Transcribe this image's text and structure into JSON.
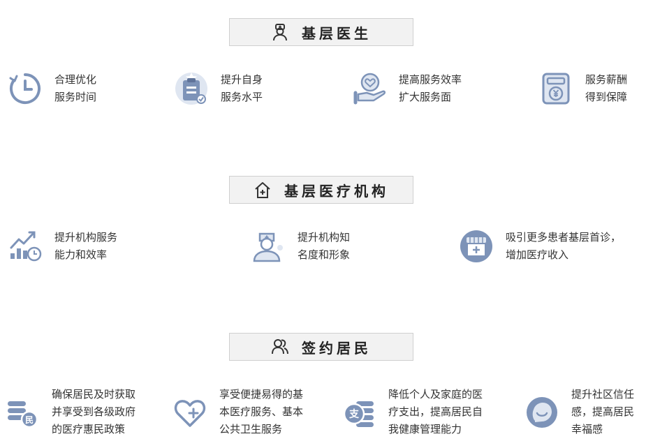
{
  "colors": {
    "icon_blue": "#7d93b8",
    "icon_light": "#dfe6f1",
    "header_bg": "#f2f2f2",
    "header_border": "#cfcfcf"
  },
  "sections": [
    {
      "title": "基层医生",
      "icon": "doctor-icon",
      "items": [
        {
          "icon": "clock-icon",
          "lines": [
            "合理优化",
            "服务时间"
          ]
        },
        {
          "icon": "clipboard-star-icon",
          "lines": [
            "提升自身",
            "服务水平"
          ]
        },
        {
          "icon": "hand-heart-icon",
          "lines": [
            "提高服务效率",
            "扩大服务面"
          ]
        },
        {
          "icon": "yuan-wallet-icon",
          "lines": [
            "服务薪酬",
            "得到保障"
          ]
        }
      ]
    },
    {
      "title": "基层医疗机构",
      "icon": "house-cross-icon",
      "items": [
        {
          "icon": "growth-chart-icon",
          "lines": [
            "提升机构服务",
            "能力和效率"
          ]
        },
        {
          "icon": "nurse-icon",
          "lines": [
            "提升机构知",
            "名度和形象"
          ]
        },
        {
          "icon": "clinic-store-icon",
          "lines": [
            "吸引更多患者基层首诊，",
            "增加医疗收入"
          ]
        }
      ]
    },
    {
      "title": "签约居民",
      "icon": "people-icon",
      "items": [
        {
          "icon": "coins-min-icon",
          "lines": [
            "确保居民及时获取",
            "并享受到各级政府",
            "的医疗惠民政策"
          ]
        },
        {
          "icon": "heart-plus-icon",
          "lines": [
            "享受便捷易得的基",
            "本医疗服务、基本",
            "公共卫生服务"
          ]
        },
        {
          "icon": "coins-zhi-icon",
          "lines": [
            "降低个人及家庭的医",
            "疗支出，提高居民自",
            "我健康管理能力"
          ]
        },
        {
          "icon": "smile-bubble-icon",
          "lines": [
            "提升社区信任",
            "感，提高居民",
            "幸福感"
          ]
        }
      ]
    }
  ]
}
